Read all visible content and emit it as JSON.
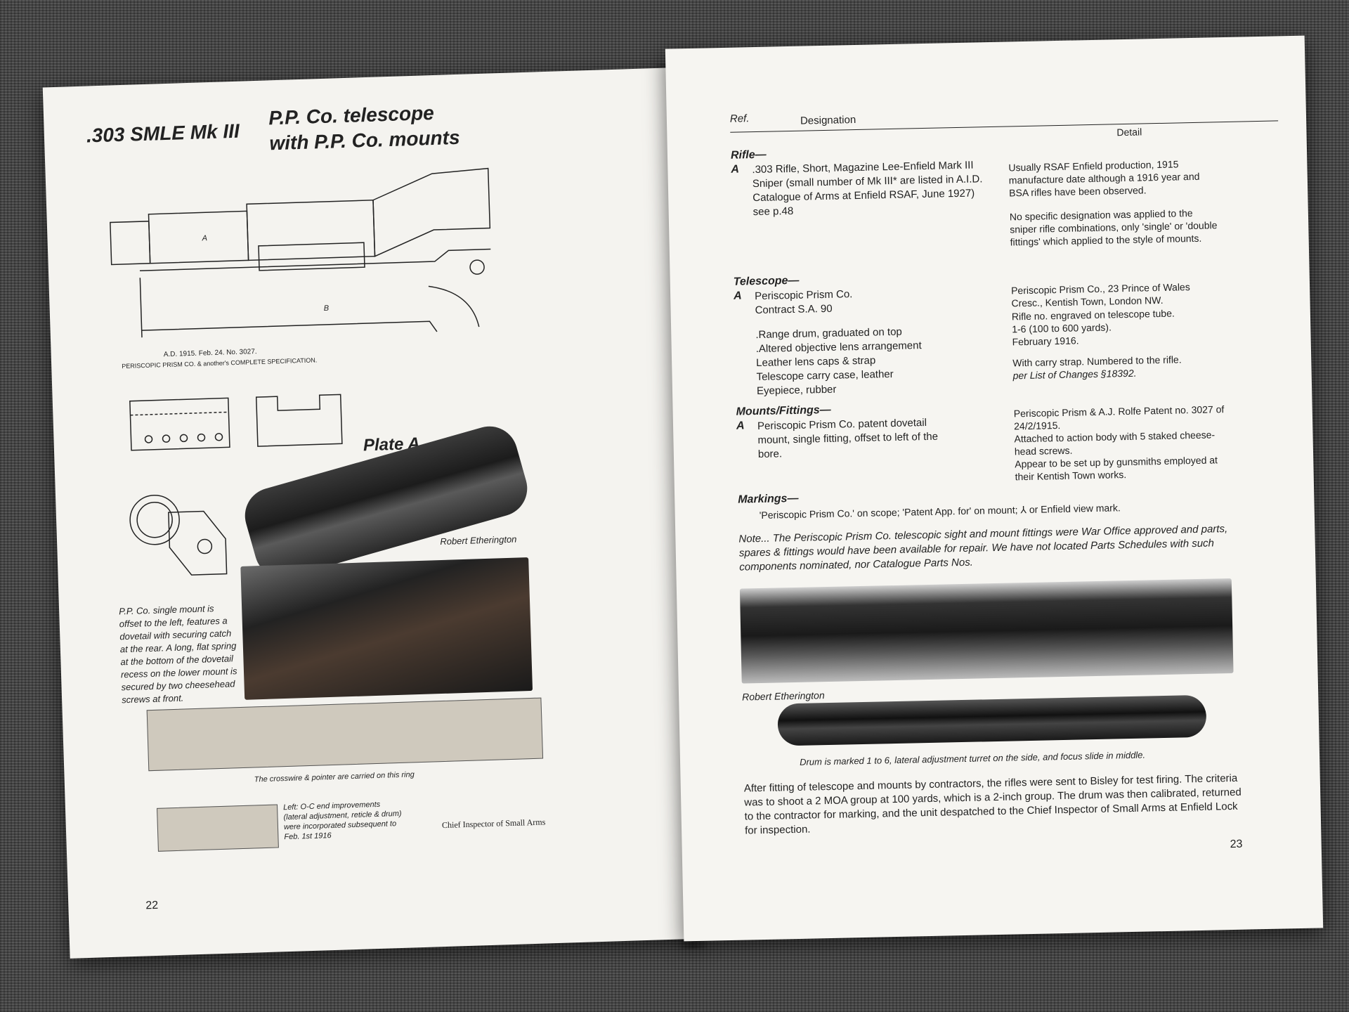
{
  "left_page": {
    "title": ".303 SMLE Mk III",
    "subtitle_line1": "P.P. Co. telescope",
    "subtitle_line2": "with P.P. Co. mounts",
    "patent_line1": "A.D. 1915. Feb. 24. No. 3027.",
    "patent_line2": "PERISCOPIC PRISM CO. & another's COMPLETE SPECIFICATION.",
    "plate_label": "Plate A",
    "photo_credit": "Robert Etherington",
    "mount_caption": "P.P. Co. single mount is offset to the left, features a dovetail with securing catch at the rear. A long, flat spring at the bottom of the dovetail recess on the lower mount is secured by two cheesehead screws at front.",
    "crosswire_caption": "The crosswire & pointer are carried on this ring",
    "oc_caption": "Left: O-C end improvements (lateral adjustment, reticle & drum) were incorporated subsequent to Feb. 1st 1916",
    "cisa_label": "Chief Inspector of Small Arms",
    "page_number": "22"
  },
  "right_page": {
    "header_ref": "Ref.",
    "header_designation": "Designation",
    "header_detail": "Detail",
    "rifle_heading": "Rifle—",
    "rifle_ref": "A",
    "rifle_designation": ".303 Rifle, Short, Magazine Lee-Enfield Mark III Sniper (small number of Mk III* are listed in A.I.D. Catalogue of Arms at Enfield RSAF, June 1927) see p.48",
    "rifle_detail_1": "Usually RSAF Enfield production, 1915 manufacture date although a 1916 year and BSA rifles have been observed.",
    "rifle_detail_2": "No specific designation was applied to the sniper rifle combinations, only 'single' or 'double fittings' which applied to the style of mounts.",
    "telescope_heading": "Telescope—",
    "telescope_ref": "A",
    "telescope_designation_1": "Periscopic Prism Co.",
    "telescope_designation_2": "Contract S.A. 90",
    "telescope_features": [
      ".Range drum, graduated on top",
      ".Altered objective lens arrangement",
      "Leather lens caps & strap",
      "Telescope carry case, leather",
      "Eyepiece, rubber"
    ],
    "telescope_detail_1": "Periscopic Prism Co., 23 Prince of Wales Cresc., Kentish Town, London NW.",
    "telescope_detail_2": "Rifle no. engraved on telescope tube.",
    "telescope_detail_3": "1-6 (100 to 600 yards).",
    "telescope_detail_4": "February 1916.",
    "telescope_detail_5": "With carry strap. Numbered to the rifle.",
    "telescope_detail_6": "per List of Changes §18392.",
    "mounts_heading": "Mounts/Fittings—",
    "mounts_ref": "A",
    "mounts_designation": "Periscopic Prism Co. patent dovetail mount, single fitting, offset to left of the bore.",
    "mounts_detail_1": "Periscopic Prism & A.J. Rolfe Patent no. 3027 of 24/2/1915.",
    "mounts_detail_2": "Attached to action body with 5 staked cheese-head screws.",
    "mounts_detail_3": "Appear to be set up by gunsmiths employed at their Kentish Town works.",
    "markings_heading": "Markings—",
    "markings_text": "'Periscopic Prism Co.' on scope; 'Patent App. for' on mount; ⅄ or Enfield view mark.",
    "note_text": "Note... The Periscopic Prism Co. telescopic sight and mount fittings were War Office approved and parts, spares & fittings would have been available for repair. We have not located Parts Schedules with such components nominated, nor Catalogue Parts Nos.",
    "photo_credit": "Robert Etherington",
    "drum_caption": "Drum is marked 1 to 6, lateral adjustment turret on the side, and focus slide in middle.",
    "body_text": "After fitting of telescope and mounts by contractors, the rifles were sent to Bisley for test firing. The criteria was to shoot a 2 MOA group at 100 yards, which is a 2-inch group. The drum was then calibrated, returned to the contractor for marking, and the unit despatched to the Chief Inspector of Small Arms at Enfield Lock for inspection.",
    "page_number": "23"
  }
}
